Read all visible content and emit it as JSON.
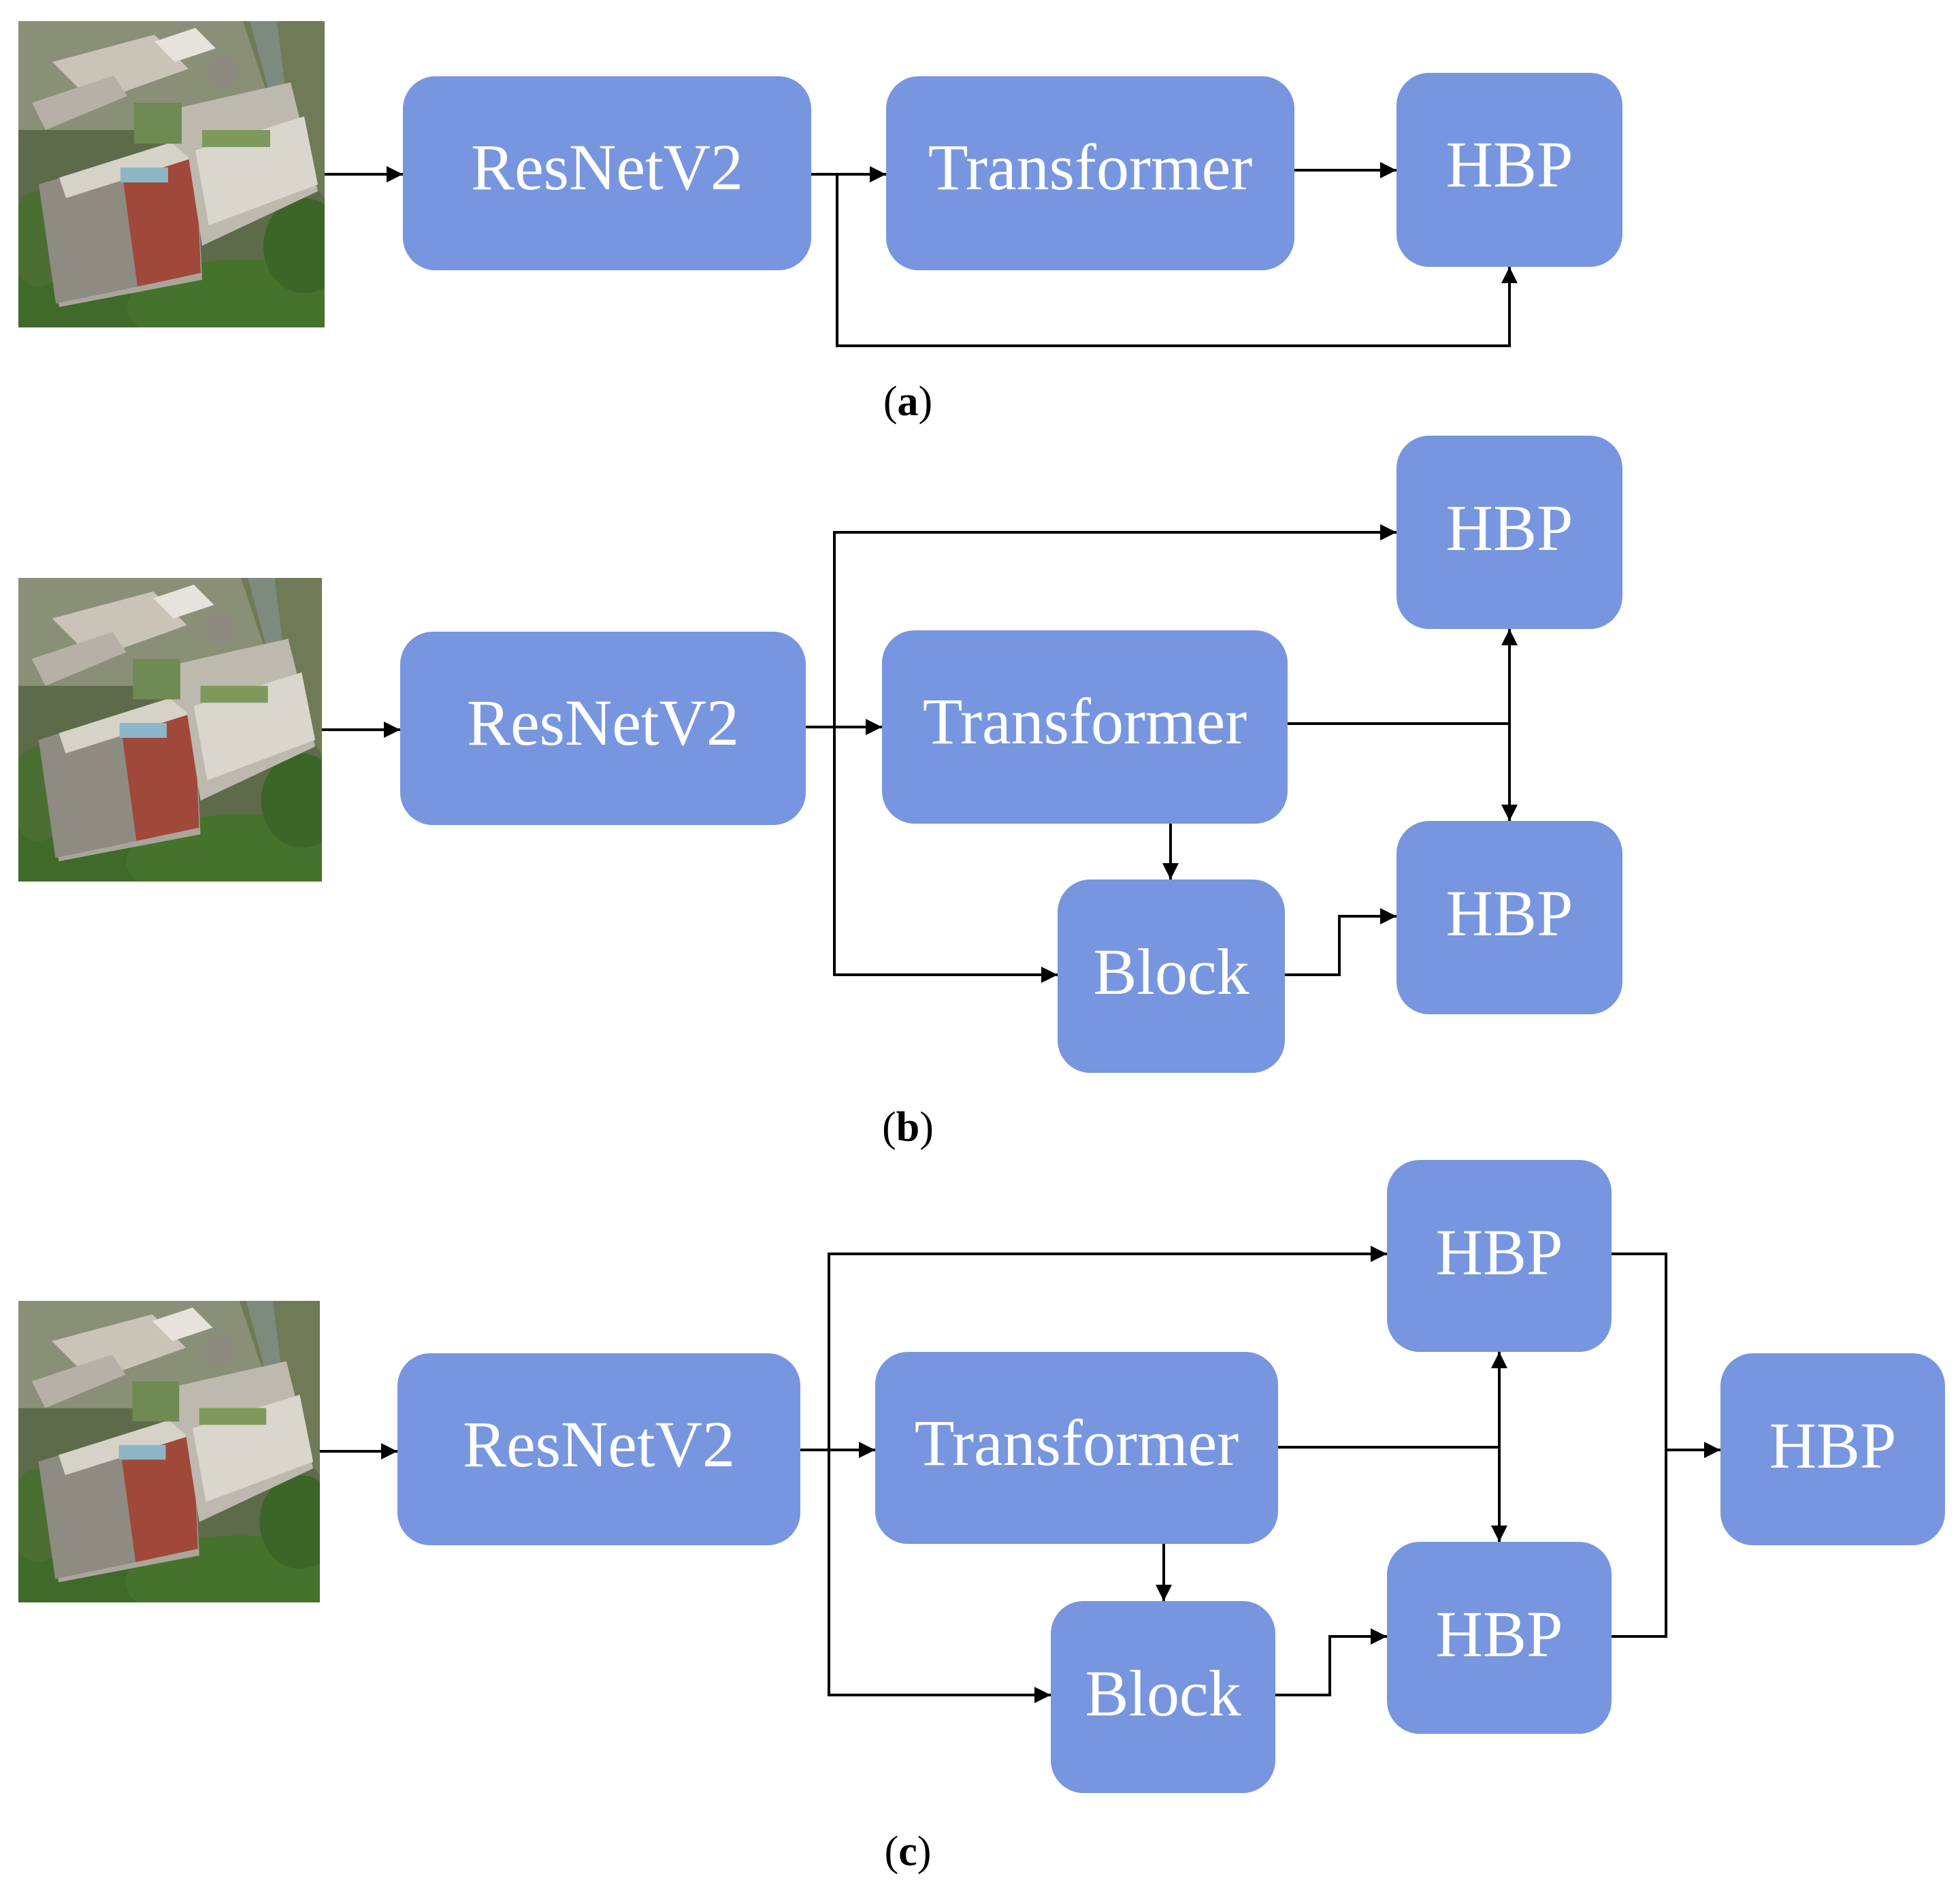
{
  "node_color": "#7896DF",
  "edge_color": "#000000",
  "panels": [
    {
      "caption_open": "(",
      "caption_letter": "a",
      "caption_close": ")",
      "input_image": "aerial-building-photo",
      "nodes": {
        "resnet": "ResNetV2",
        "transformer": "Transformer",
        "hbp": "HBP"
      }
    },
    {
      "caption_open": "(",
      "caption_letter": "b",
      "caption_close": ")",
      "input_image": "aerial-building-photo",
      "nodes": {
        "resnet": "ResNetV2",
        "transformer": "Transformer",
        "block": "Block",
        "hbp_top": "HBP",
        "hbp_bottom": "HBP"
      }
    },
    {
      "caption_open": "(",
      "caption_letter": "c",
      "caption_close": ")",
      "input_image": "aerial-building-photo",
      "nodes": {
        "resnet": "ResNetV2",
        "transformer": "Transformer",
        "block": "Block",
        "hbp_top": "HBP",
        "hbp_bottom": "HBP",
        "hbp_final": "HBP"
      }
    }
  ]
}
